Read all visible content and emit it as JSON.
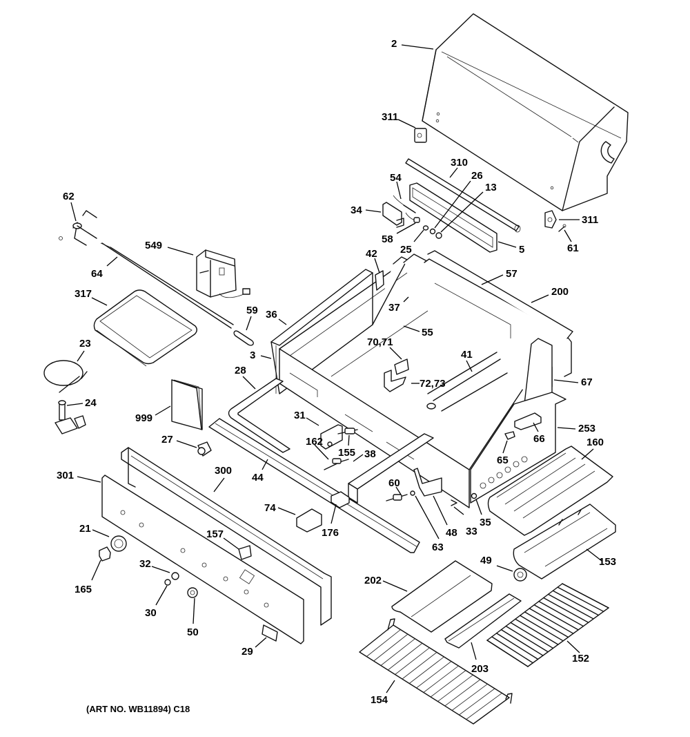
{
  "diagram": {
    "type": "exploded-parts-view",
    "subject": "gas grill assembly",
    "art_number": "(ART NO. WB11894)  C18"
  },
  "parts": {
    "hood": "2",
    "hood_bracket_left": "311",
    "hood_bracket_right": "311",
    "hood_rod": "310",
    "igniter_wire": "54",
    "nut_26": "26",
    "nut_13": "13",
    "cover_34": "34",
    "electrode_58": "58",
    "spacer_25": "25",
    "lamp_housing": "5",
    "screw_61": "61",
    "bracket_42": "42",
    "panel_57": "57",
    "back_panel": "200",
    "spit_fork": "62",
    "rotisserie_motor": "549",
    "spit_rod": "64",
    "drip_tray": "317",
    "handle_59": "59",
    "side_36": "36",
    "heat_shield_37": "37",
    "baffle_55": "55",
    "bracket_7071": "70,71",
    "bracket_7273": "72,73",
    "burner_41": "41",
    "side_67": "67",
    "hose": "23",
    "regulator": "24",
    "firebox": "3",
    "handle_frame": "28",
    "manual": "999",
    "bracket_31": "31",
    "nut_162": "162",
    "valve_155": "155",
    "tube_38": "38",
    "bracket_66": "66",
    "side_shelf_253": "253",
    "bezel_27": "27",
    "briquette_tray": "160",
    "valve_65": "65",
    "control_panel": "301",
    "manifold_cover": "300",
    "rail_44": "44",
    "electrode_60": "60",
    "grommet_35": "35",
    "bracket_74": "74",
    "end_cap": "176",
    "clip_33": "33",
    "bracket_48": "48",
    "spacer_63": "63",
    "bezel_21": "21",
    "switch_157": "157",
    "knob_165": "165",
    "knob_32": "32",
    "burner_153": "153",
    "knob_30": "30",
    "knob_50": "50",
    "burner_knob_49": "49",
    "warming_cover": "202",
    "label_29": "29",
    "deflector": "203",
    "cooking_grate": "152",
    "warming_rack": "154"
  }
}
